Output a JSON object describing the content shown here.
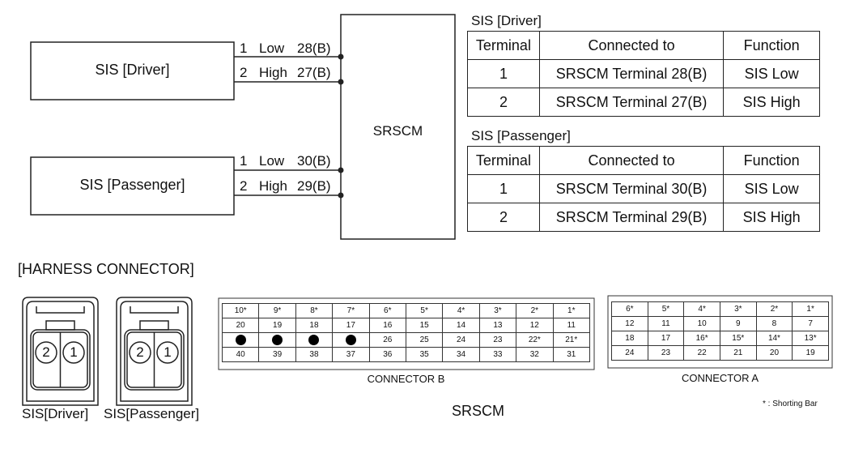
{
  "wiring": {
    "driver_box": "SIS [Driver]",
    "passenger_box": "SIS [Passenger]",
    "srscm_box": "SRSCM",
    "driver_wires": [
      {
        "pin": "1",
        "level": "Low",
        "terminal": "28(B)"
      },
      {
        "pin": "2",
        "level": "High",
        "terminal": "27(B)"
      }
    ],
    "passenger_wires": [
      {
        "pin": "1",
        "level": "Low",
        "terminal": "30(B)"
      },
      {
        "pin": "2",
        "level": "High",
        "terminal": "29(B)"
      }
    ]
  },
  "driver_table": {
    "caption": "SIS [Driver]",
    "headers": [
      "Terminal",
      "Connected to",
      "Function"
    ],
    "rows": [
      [
        "1",
        "SRSCM Terminal 28(B)",
        "SIS Low"
      ],
      [
        "2",
        "SRSCM Terminal 27(B)",
        "SIS High"
      ]
    ]
  },
  "passenger_table": {
    "caption": "SIS [Passenger]",
    "headers": [
      "Terminal",
      "Connected to",
      "Function"
    ],
    "rows": [
      [
        "1",
        "SRSCM Terminal 30(B)",
        "SIS Low"
      ],
      [
        "2",
        "SRSCM Terminal 29(B)",
        "SIS High"
      ]
    ]
  },
  "harness": {
    "title": "[HARNESS CONNECTOR]",
    "driver_pins": [
      "2",
      "1"
    ],
    "passenger_pins": [
      "2",
      "1"
    ],
    "driver_label": "SIS[Driver]",
    "passenger_label": "SIS[Passenger]",
    "srscm_label": "SRSCM",
    "shorting_note": "* : Shorting Bar"
  },
  "connector_b": {
    "label": "CONNECTOR B",
    "rows": [
      [
        "10*",
        "9*",
        "8*",
        "7*",
        "6*",
        "5*",
        "4*",
        "3*",
        "2*",
        "1*"
      ],
      [
        "20",
        "19",
        "18",
        "17",
        "16",
        "15",
        "14",
        "13",
        "12",
        "11"
      ],
      [
        "●",
        "●",
        "●",
        "●",
        "26",
        "25",
        "24",
        "23",
        "22*",
        "21*"
      ],
      [
        "40",
        "39",
        "38",
        "37",
        "36",
        "35",
        "34",
        "33",
        "32",
        "31"
      ]
    ]
  },
  "connector_a": {
    "label": "CONNECTOR A",
    "rows": [
      [
        "6*",
        "5*",
        "4*",
        "3*",
        "2*",
        "1*"
      ],
      [
        "12",
        "11",
        "10",
        "9",
        "8",
        "7"
      ],
      [
        "18",
        "17",
        "16*",
        "15*",
        "14*",
        "13*"
      ],
      [
        "24",
        "23",
        "22",
        "21",
        "20",
        "19"
      ]
    ]
  }
}
